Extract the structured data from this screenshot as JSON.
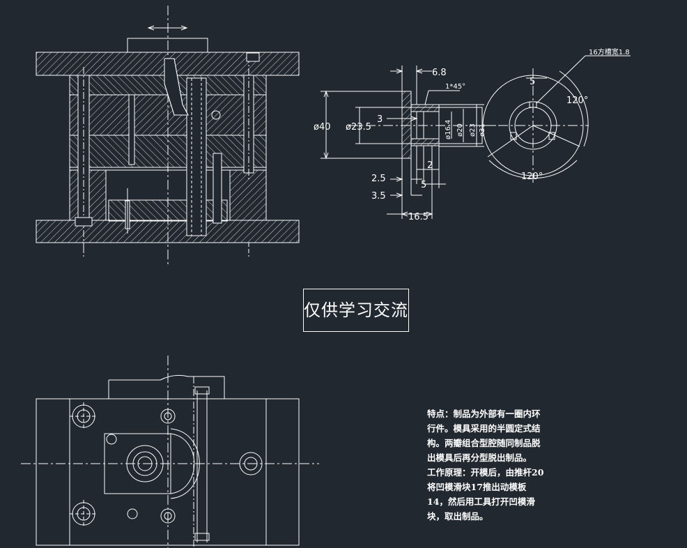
{
  "watermark": "仅供学习交流",
  "dimensions": {
    "d_6_8": "6.8",
    "d_3": "3",
    "d_40": "ø40",
    "d_23_5": "ø23.5",
    "d_16_4": "ø16.4",
    "d_20": "ø20",
    "d_23": "ø23",
    "d_31": "ø31",
    "d_2_5": "2.5",
    "d_3_5": "3.5",
    "d_16_5": "16.5",
    "d_2": "2",
    "d_5_bottom": "5",
    "d_5_top": "5",
    "chamfer": "1*45°",
    "angle_1": "120°",
    "angle_2": "120°",
    "slot_note": "16方槽宽1.8"
  },
  "notes": {
    "p1": "特点：制品为外部有一圈内环行件。模具采用的半圆定式结构。两瓣组合型腔随同制品脱出模具后再分型脱出制品。",
    "p2": "工作原理：开模后，由推杆20将凹模滑块17推出动模板14，然后用工具打开凹模滑块，取出制品。"
  },
  "colors": {
    "background": "#212830",
    "lines": "#ffffff"
  }
}
